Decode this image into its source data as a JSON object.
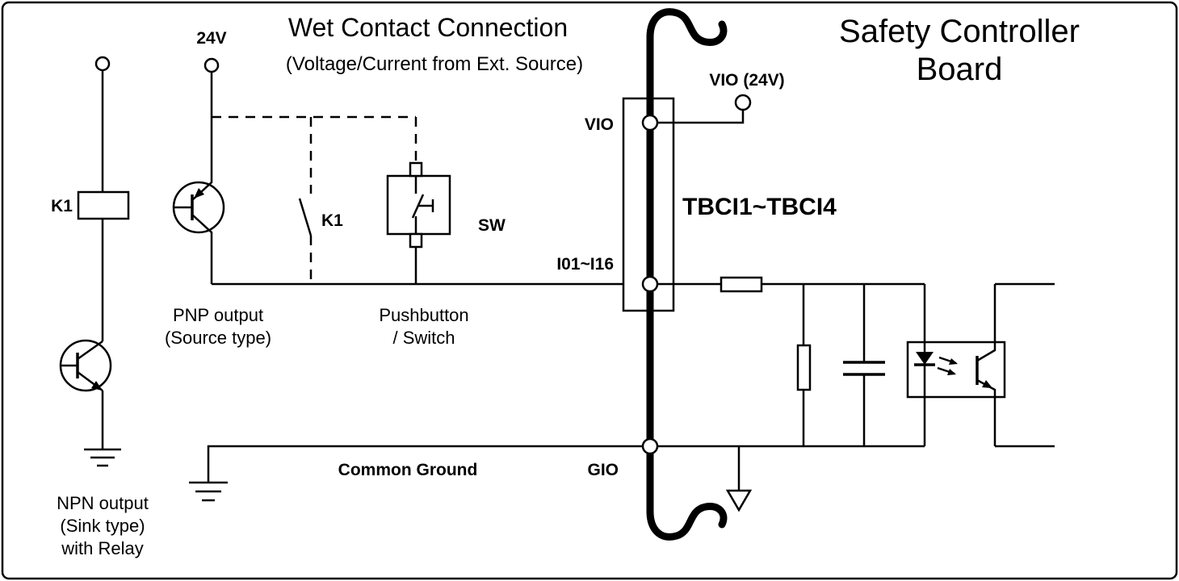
{
  "colors": {
    "line": "#000000",
    "background": "#ffffff"
  },
  "titles": {
    "main": "Wet Contact Connection",
    "subtitle": "(Voltage/Current from Ext. Source)",
    "board_line1": "Safety Controller",
    "board_line2": "Board"
  },
  "terminals": {
    "supply": "24V",
    "vio_external": "VIO (24V)",
    "vio": "VIO",
    "input_range": "I01~I16",
    "block_range": "TBCI1~TBCI4",
    "gio": "GIO"
  },
  "components": {
    "relay_coil": "K1",
    "relay_contact": "K1",
    "switch": "SW"
  },
  "captions": {
    "pnp_line1": "PNP output",
    "pnp_line2": "(Source type)",
    "pushbutton_line1": "Pushbutton",
    "pushbutton_line2": "/ Switch",
    "npn_line1": "NPN output",
    "npn_line2": "(Sink type)",
    "npn_line3": "with Relay",
    "common_ground": "Common Ground"
  }
}
